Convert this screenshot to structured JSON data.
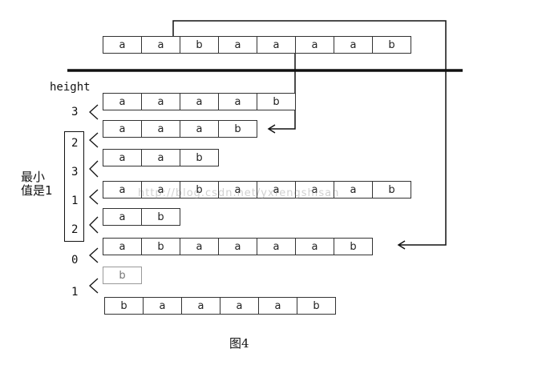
{
  "top_row": [
    "a",
    "a",
    "b",
    "a",
    "a",
    "a",
    "a",
    "b"
  ],
  "height_label": "height",
  "heights": [
    "3",
    "2",
    "3",
    "1",
    "2",
    "0",
    "1"
  ],
  "min_label_line1": "最小",
  "min_label_line2": "值是1",
  "suffixes": [
    [
      "a",
      "a",
      "a",
      "a",
      "b"
    ],
    [
      "a",
      "a",
      "a",
      "b"
    ],
    [
      "a",
      "a",
      "b"
    ],
    [
      "a",
      "a",
      "b",
      "a",
      "a",
      "a",
      "a",
      "b"
    ],
    [
      "a",
      "b"
    ],
    [
      "a",
      "b",
      "a",
      "a",
      "a",
      "a",
      "b"
    ],
    [
      "b"
    ],
    [
      "b",
      "a",
      "a",
      "a",
      "a",
      "b"
    ]
  ],
  "watermark": "http://blog.csdn.net/yxfengshisan",
  "caption": "图4"
}
